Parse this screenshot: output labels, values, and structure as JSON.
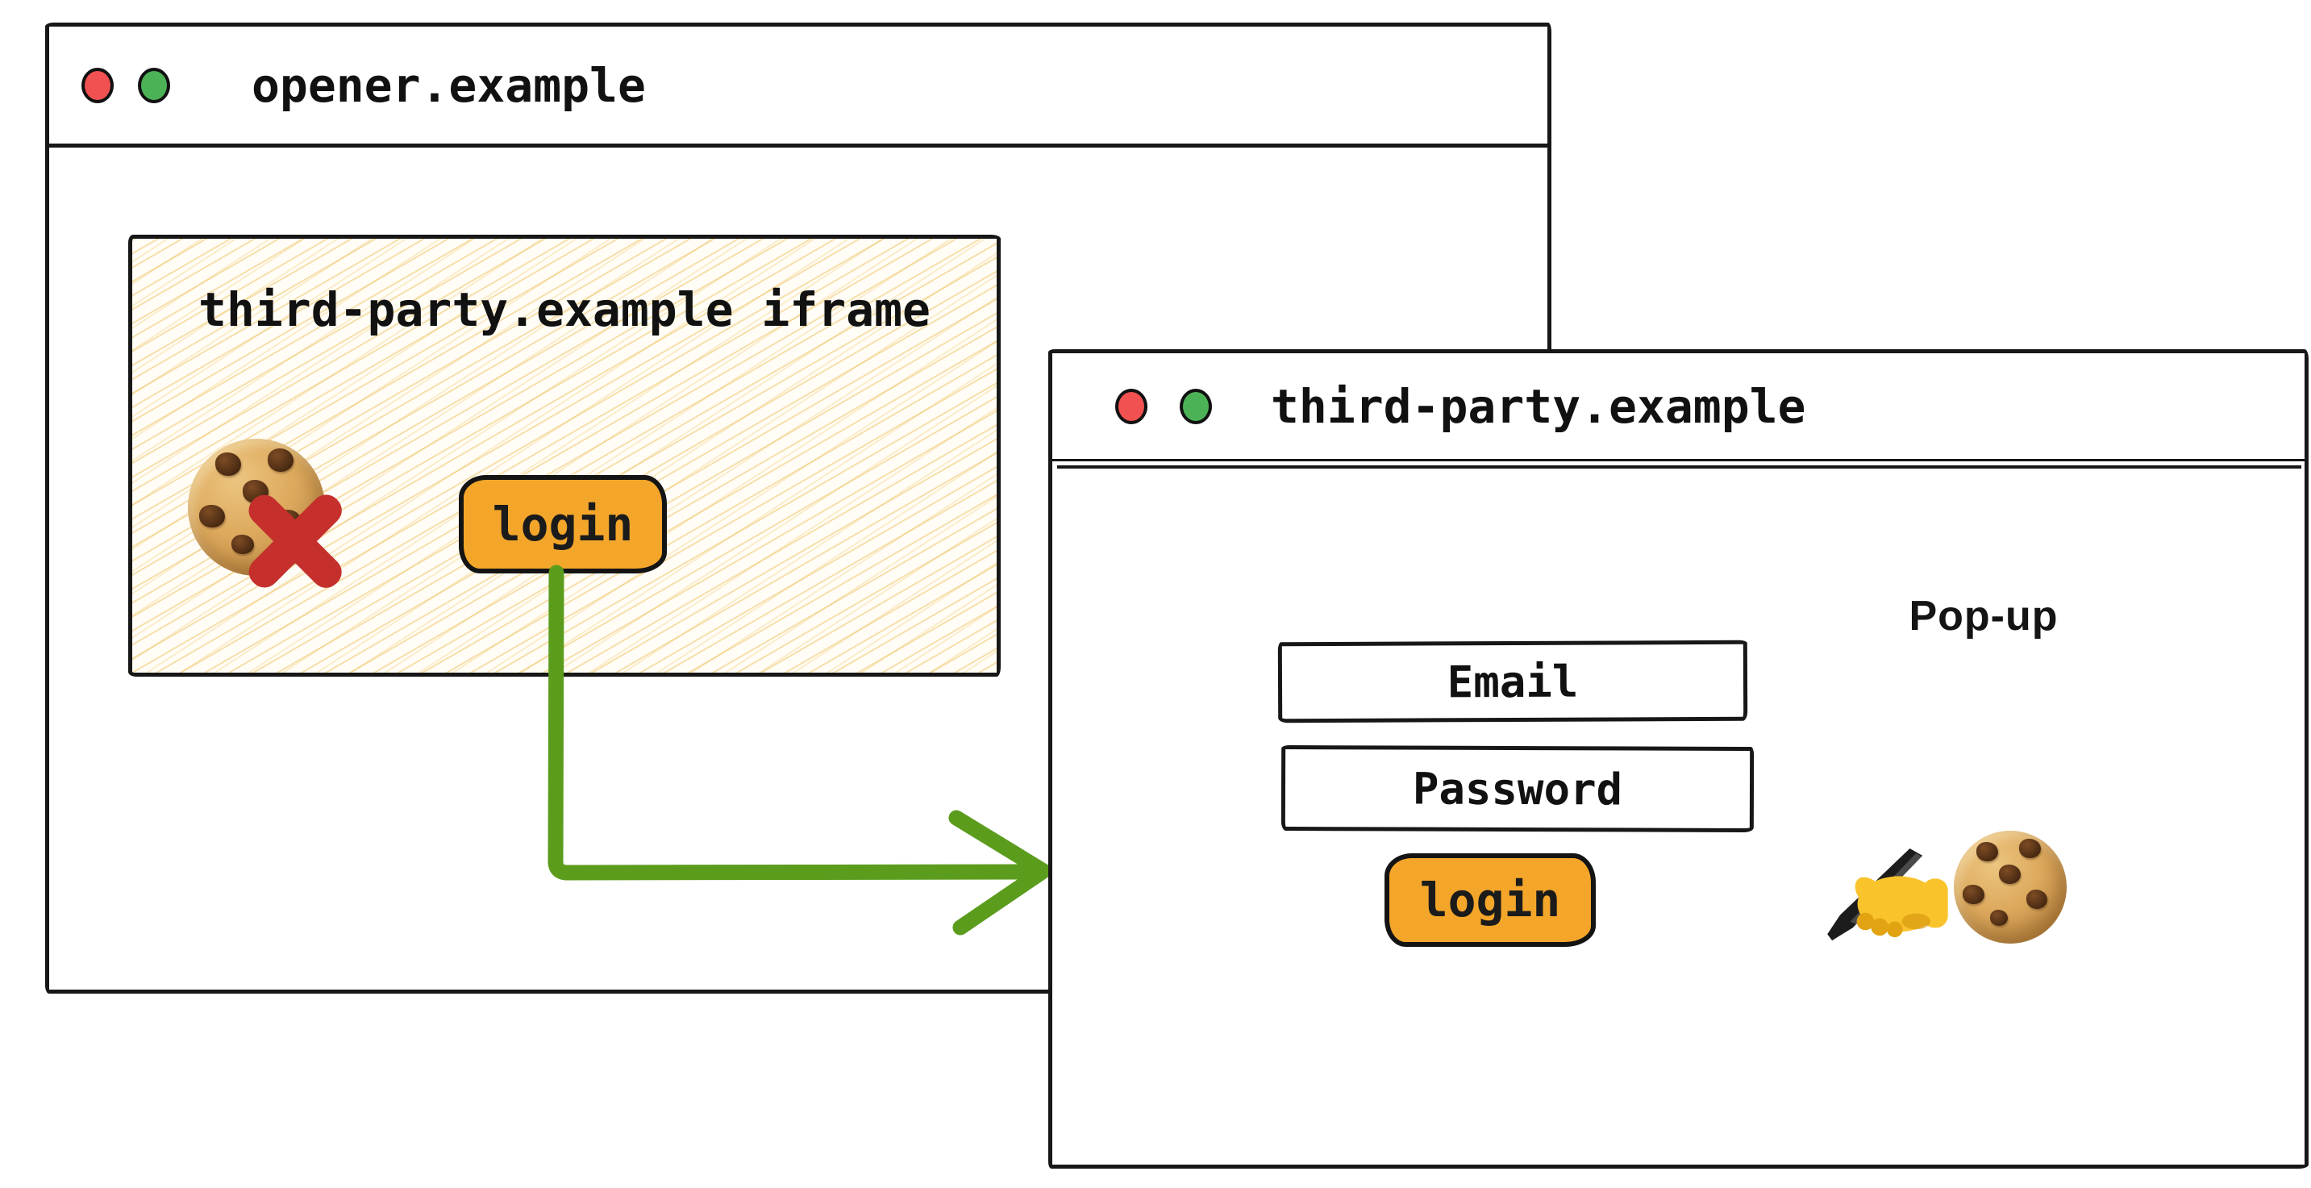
{
  "colors": {
    "window_border": "#171717",
    "hatch_line": "#f0c66e",
    "paper": "#fffdf6",
    "button_orange": "#f4a62a",
    "arrow_green": "#5b9c1d",
    "blocked_cross_red": "#c5302c",
    "traffic_light_red": "#f15150",
    "traffic_light_green": "#4cb256"
  },
  "opener_window": {
    "title": "opener.example",
    "window_dot_icons": [
      "red-circle",
      "green-circle"
    ],
    "iframe": {
      "label": "third-party.example iframe",
      "blocked_cookie_icon": "cookie-with-red-cross",
      "login_button_label": "login"
    }
  },
  "popup_window": {
    "title": "third-party.example",
    "annotation_label": "Pop-up",
    "email_field_label": "Email",
    "password_field_label": "Password",
    "login_button_label": "login",
    "decoration_icons": [
      "writing-hand-icon",
      "cookie-icon"
    ]
  },
  "connector": {
    "type": "elbow-arrow",
    "from": "iframe-login-button",
    "to": "popup-window"
  }
}
